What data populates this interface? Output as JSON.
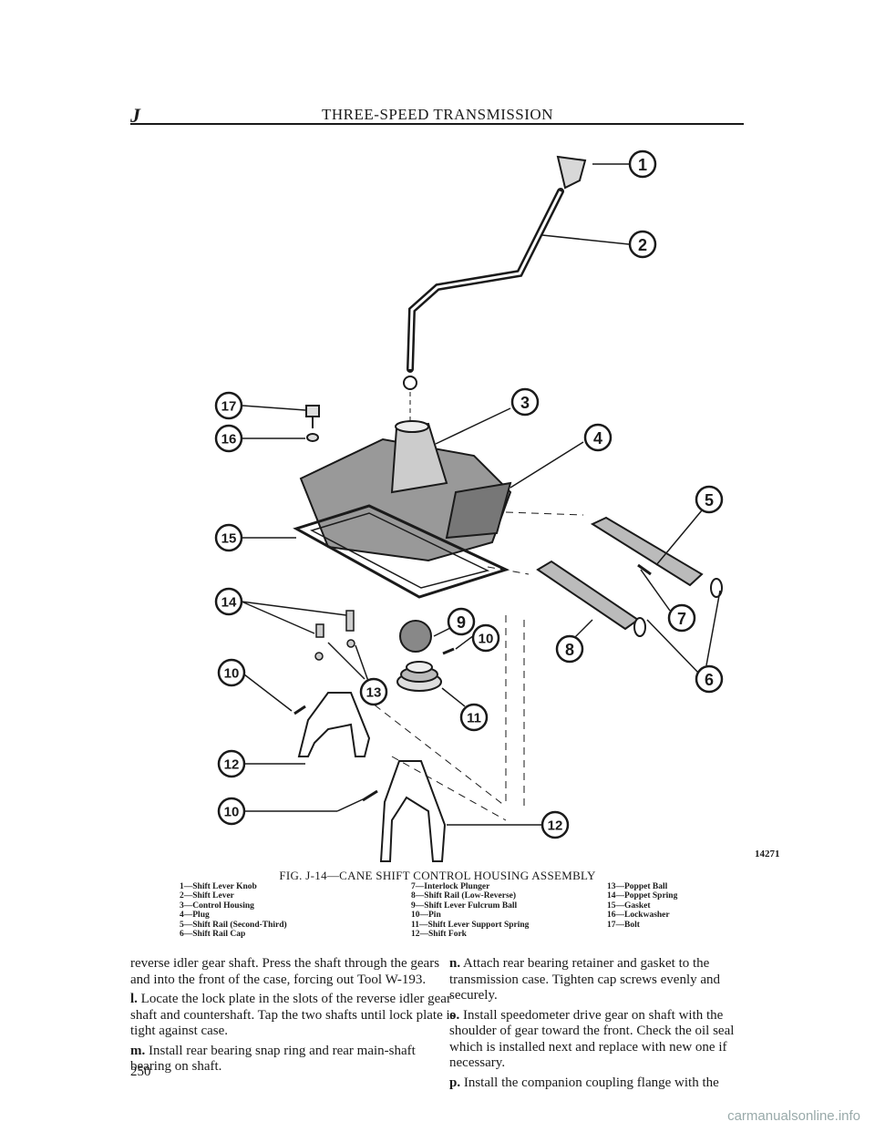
{
  "header": {
    "section_mark": "J",
    "title": "THREE-SPEED TRANSMISSION"
  },
  "figure": {
    "number": "14271",
    "caption": "FIG. J-14—CANE SHIFT CONTROL HOUSING ASSEMBLY",
    "callouts": [
      "1",
      "2",
      "3",
      "4",
      "5",
      "6",
      "7",
      "8",
      "9",
      "10",
      "10",
      "10",
      "11",
      "12",
      "12",
      "13",
      "14",
      "15",
      "16",
      "17"
    ]
  },
  "legend": {
    "col1": [
      "1—Shift Lever Knob",
      "2—Shift Lever",
      "3—Control Housing",
      "4—Plug",
      "5—Shift Rail (Second-Third)",
      "6—Shift Rail Cap"
    ],
    "col2": [
      "7—Interlock Plunger",
      "8—Shift Rail (Low-Reverse)",
      "9—Shift Lever Fulcrum Ball",
      "10—Pin",
      "11—Shift Lever Support Spring",
      "12—Shift Fork"
    ],
    "col3": [
      "13—Poppet Ball",
      "14—Poppet Spring",
      "15—Gasket",
      "16—Lockwasher",
      "17—Bolt"
    ]
  },
  "body": {
    "left": [
      {
        "lead": "",
        "text": "reverse idler gear shaft. Press the shaft through the gears and into the front of the case, forcing out Tool W-193."
      },
      {
        "lead": "l.",
        "text": "Locate the lock plate in the slots of the reverse idler gear shaft and countershaft. Tap the two shafts until lock plate is tight against case."
      },
      {
        "lead": "m.",
        "text": "Install rear bearing snap ring and rear main-shaft bearing on shaft."
      }
    ],
    "right": [
      {
        "lead": "n.",
        "text": "Attach rear bearing retainer and gasket to the transmission case. Tighten cap screws evenly and securely."
      },
      {
        "lead": "o.",
        "text": "Install speedometer drive gear on shaft with the shoulder of gear toward the front. Check the oil seal which is installed next and replace with new one if necessary."
      },
      {
        "lead": "p.",
        "text": "Install the companion coupling flange with the"
      }
    ]
  },
  "page_number": "250",
  "watermark": "carmanualsonline.info"
}
